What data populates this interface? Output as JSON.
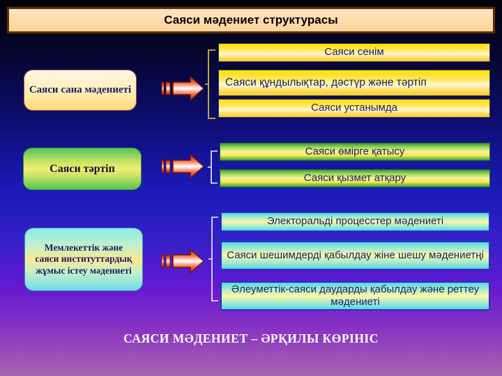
{
  "title": "Саяси мәдениет структурасы",
  "footer": "САЯСИ МӘДЕНИЕТ – ӘРҚИЛЫ КӨРІНІС",
  "groups": [
    {
      "source": "Саяси сана мәдениеті",
      "items": [
        "Саяси сенім",
        "Саяси құндылықтар, дәстүр және тәртіп",
        "Саяси устанымда"
      ]
    },
    {
      "source": "Саяси тәртіп",
      "items": [
        "Саяси өмірге қатысу",
        "Саяси қызмет атқару"
      ]
    },
    {
      "source": "Мемлекеттік және саяси институттардық жұмыс істеу мәдениеті",
      "items": [
        "Электоральді процесстер мәдениеті",
        "Саяси шешимдерді қабылдау жіне шешу мәдениетңі",
        "Әлеуметтік-саяси даударды қабылдау және реттеу мәдениеті"
      ]
    }
  ],
  "icons": {
    "arrow": "striped-right-arrow-icon",
    "bracket": "bracket-icon"
  },
  "colors": {
    "background_top": "#010109",
    "background_middle_blue": "#1c1cba",
    "background_bottom_mauve": "#a766ae",
    "title_fill": "#ffd9a6",
    "title_border": "#5c2e0a",
    "source1_fill": "#ffedb2",
    "source2_green": "#53c353",
    "source3_cyan": "#8aecec",
    "bar_yellow": "#ffe000",
    "bar_green": "#2f9e3a",
    "bar_cyan": "#56d8e6",
    "bar_cyan_border": "#2436b8",
    "arrow_red": "#b51f08",
    "bracket_yellow": "#ded23e",
    "bracket_white": "#f2f2f2",
    "text_navy": "#1b1b6e",
    "footer_text": "#ffffff"
  }
}
